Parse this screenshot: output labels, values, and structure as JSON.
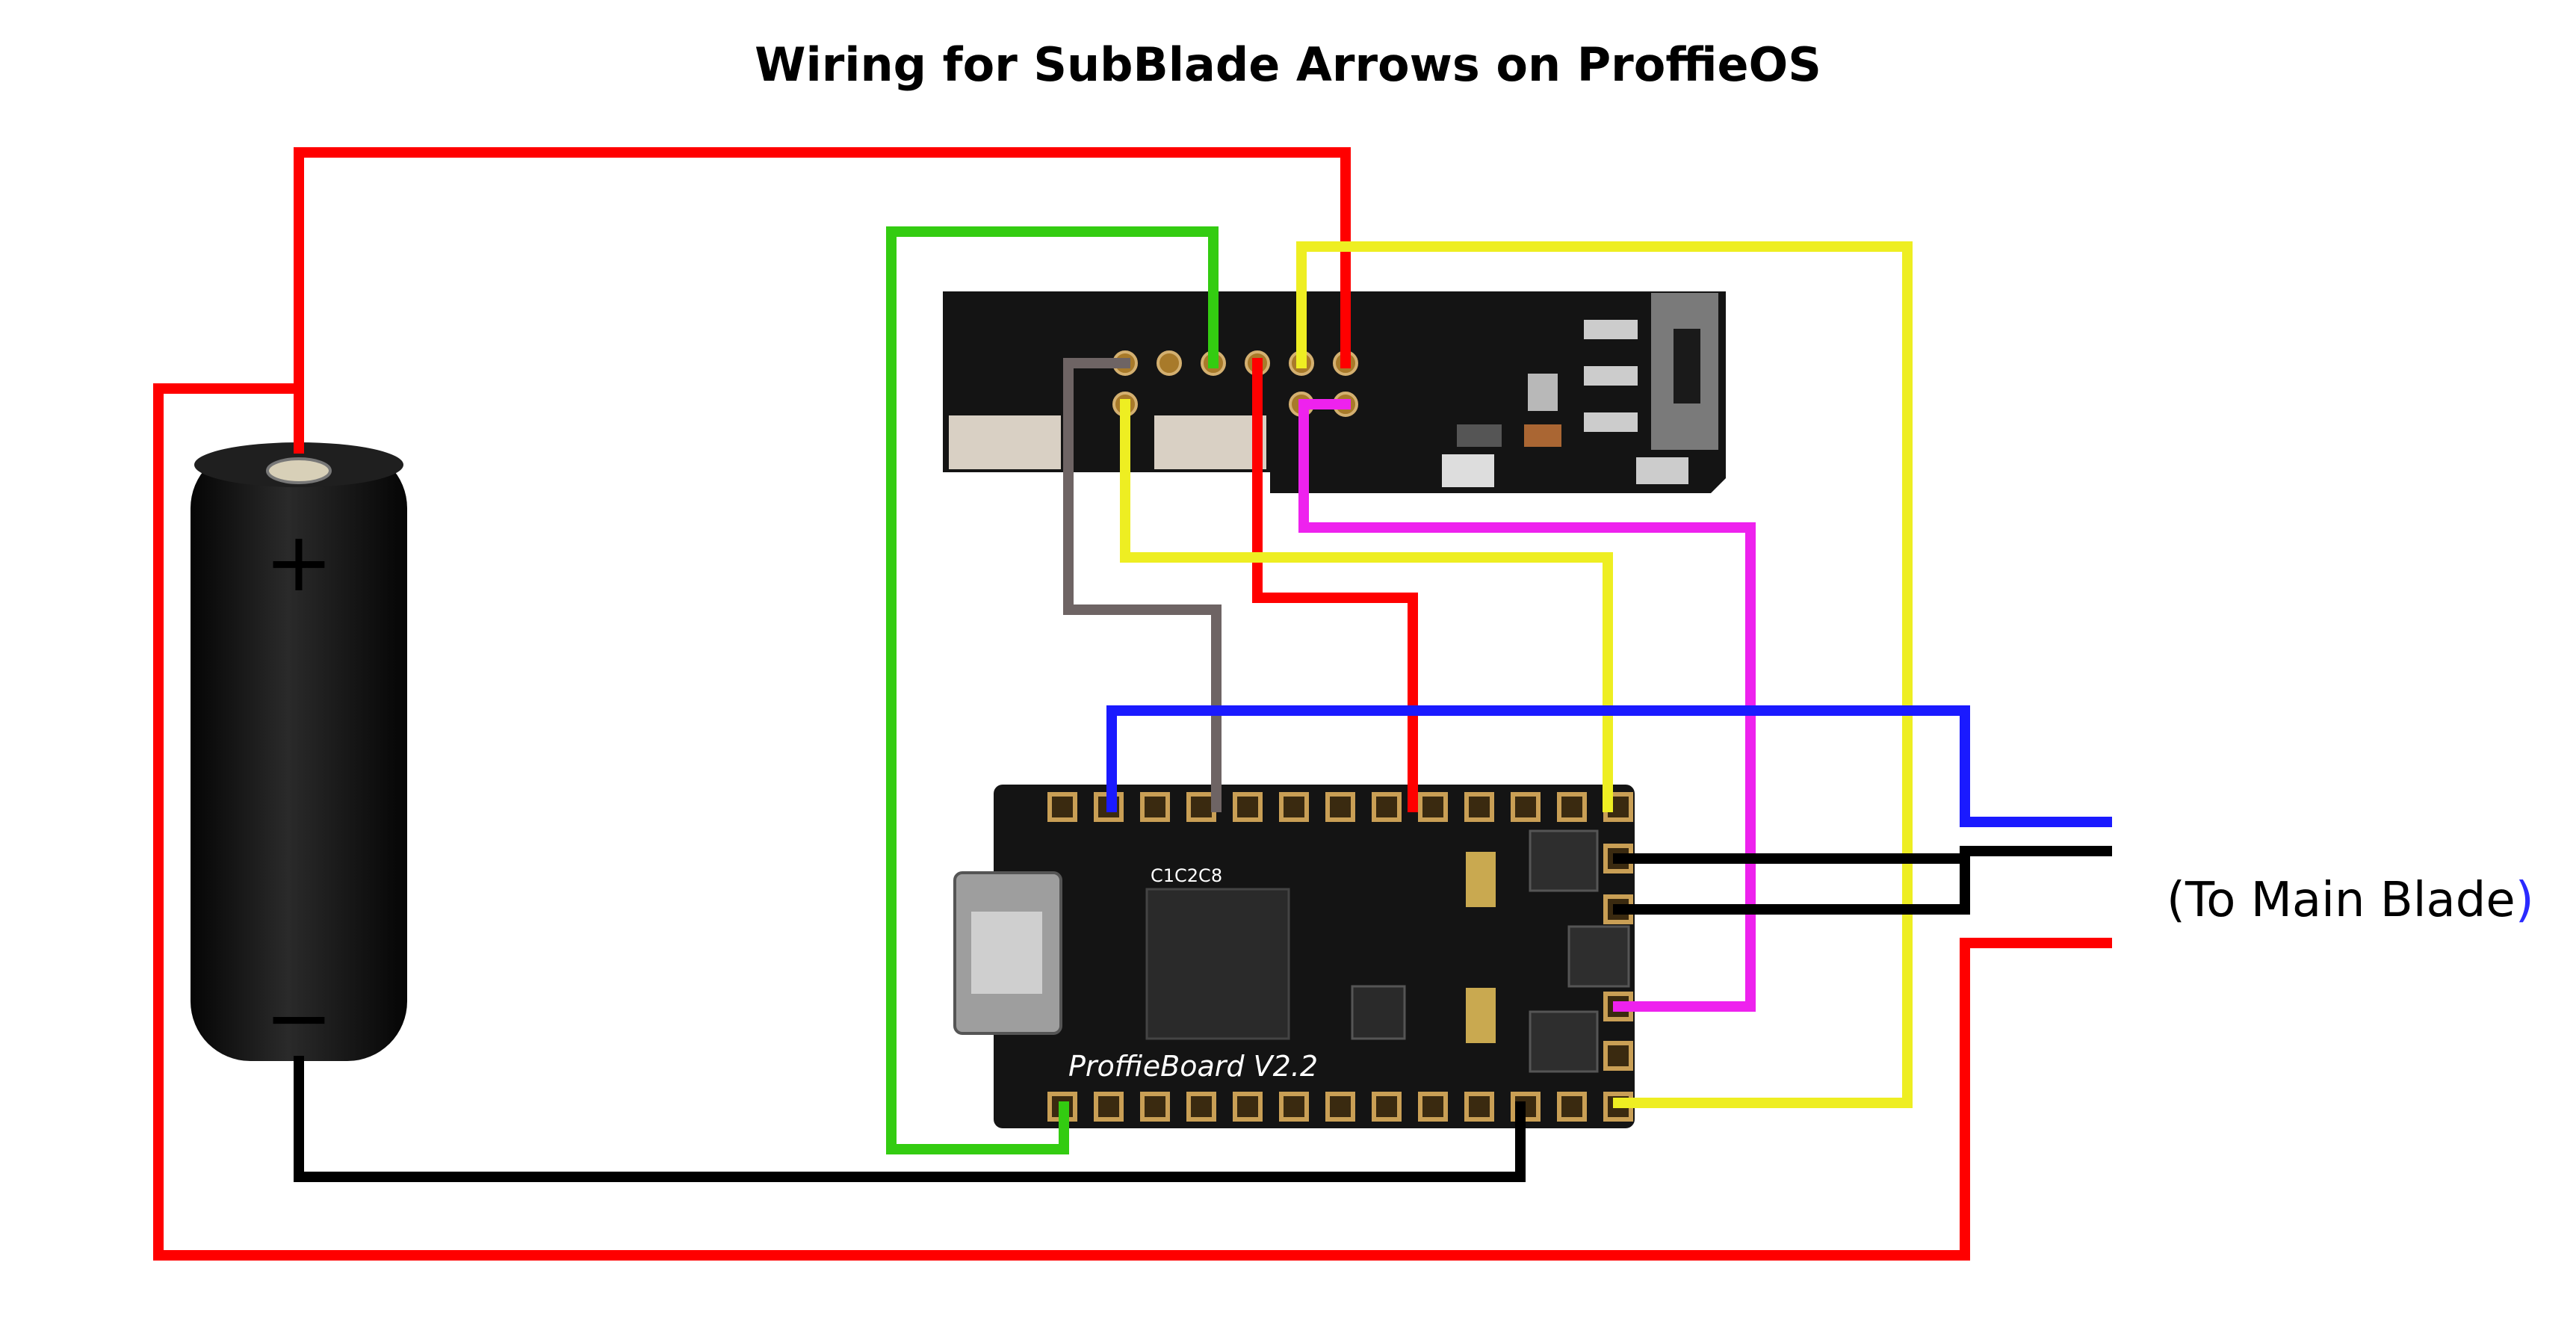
{
  "title": "Wiring for SubBlade Arrows on ProffieOS",
  "blade_label": {
    "text": "(To Main Blade",
    "close_paren": ")"
  },
  "board": {
    "silkscreen": "ProffieBoard V2.2",
    "chip_marking": "C1C2C8"
  },
  "battery": {
    "plus": "+",
    "minus": "−"
  },
  "colors": {
    "red": "#ff0000",
    "green": "#33cc11",
    "yellow": "#eeee22",
    "gray": "#6e6464",
    "magenta": "#ee22ee",
    "blue": "#1a1aff",
    "black": "#000000",
    "pcb": "#141414"
  }
}
